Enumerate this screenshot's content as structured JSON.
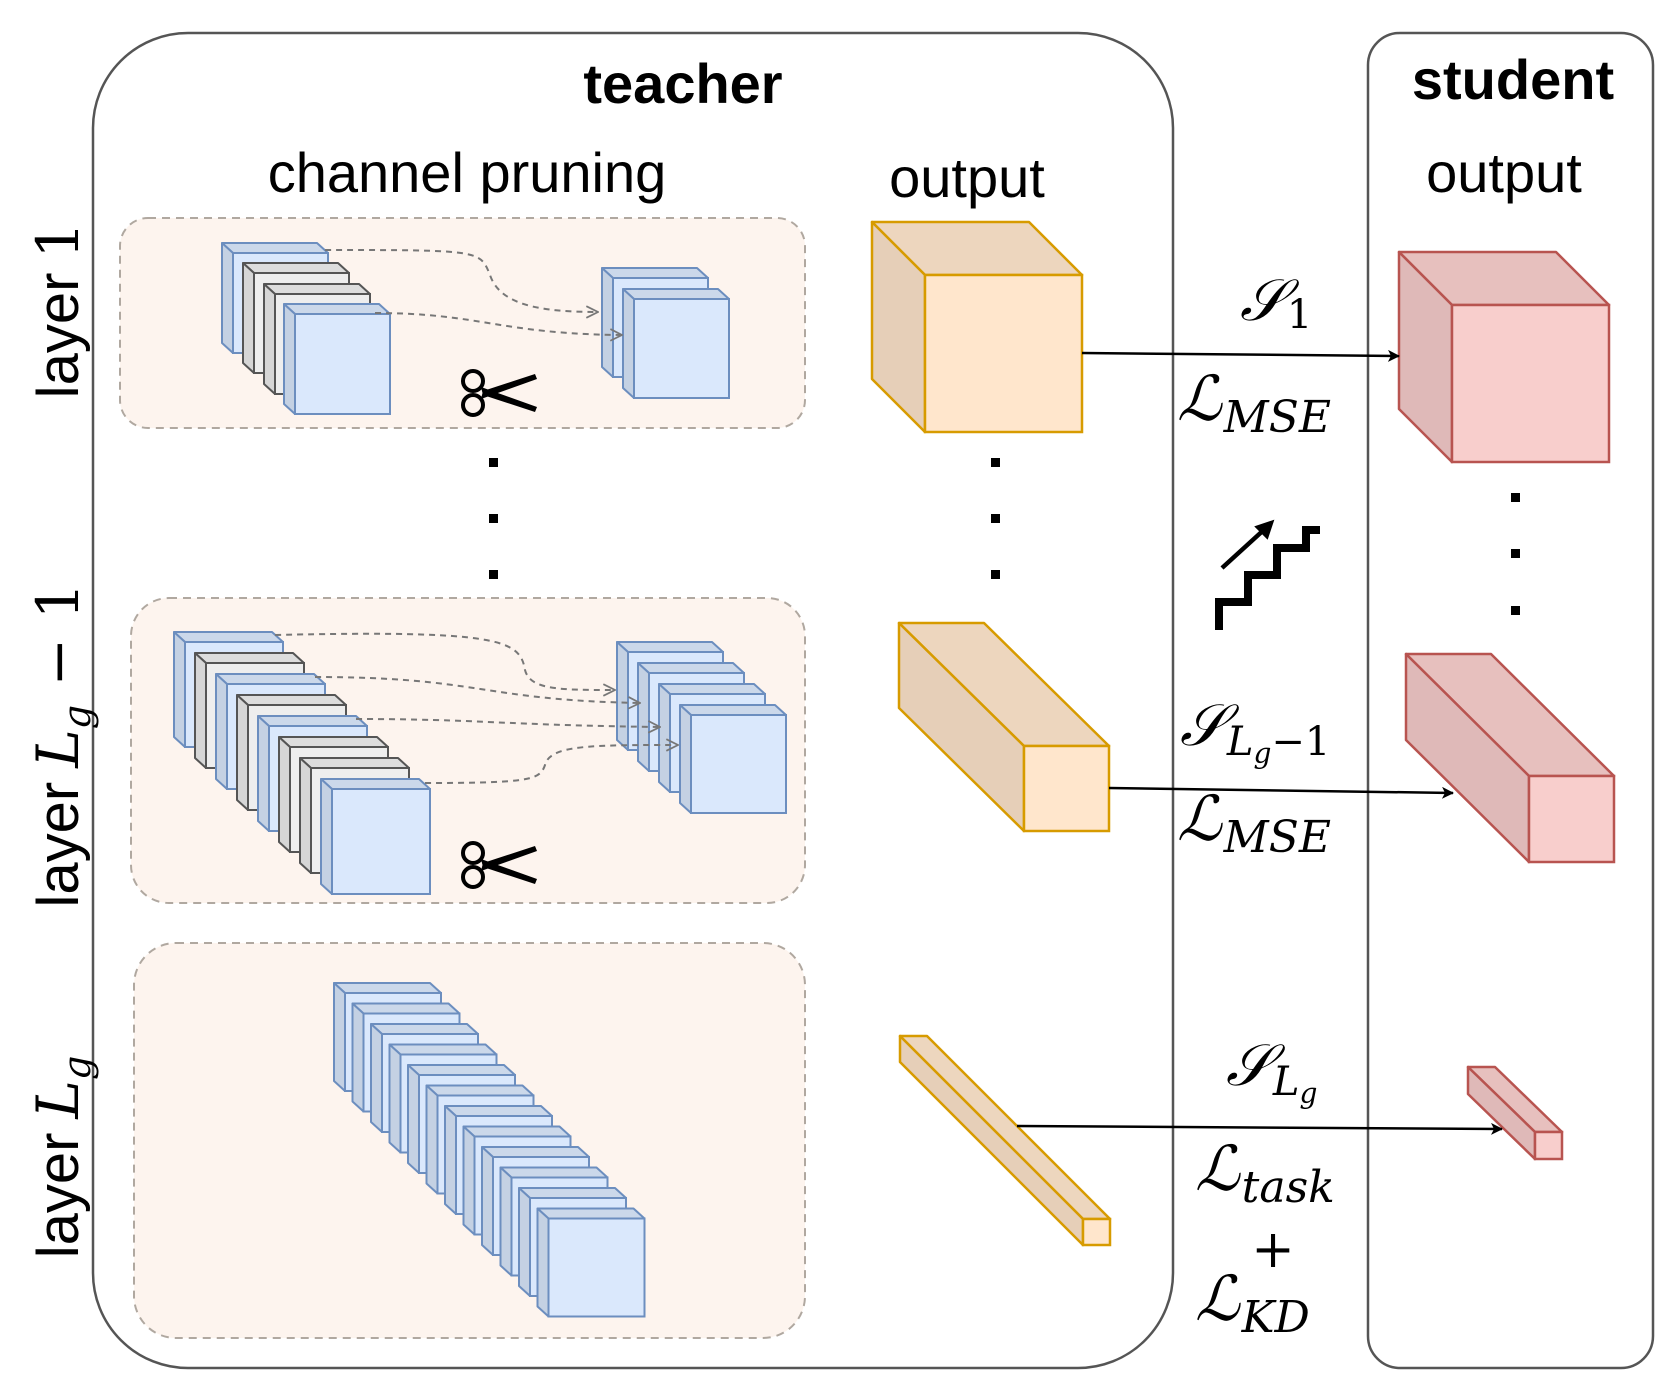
{
  "teacher": {
    "title": "teacher",
    "section_label": "channel pruning",
    "output_label": "output"
  },
  "student": {
    "title": "student",
    "output_label": "output"
  },
  "layers": [
    {
      "prefix": "layer",
      "name": "1",
      "subscript": "",
      "suffix": ""
    },
    {
      "prefix": "layer",
      "name": "L",
      "subscript": "g",
      "suffix": " − 1"
    },
    {
      "prefix": "layer",
      "name": "L",
      "subscript": "g",
      "suffix": ""
    }
  ],
  "connections": [
    {
      "scale": {
        "sym": "𝒮",
        "sub": "1",
        "subsub": ""
      },
      "loss": [
        {
          "sym": "ℒ",
          "sub": "MSE"
        }
      ]
    },
    {
      "scale": {
        "sym": "𝒮",
        "sub": "L",
        "subsub": "g",
        "tail": "−1"
      },
      "loss": [
        {
          "sym": "ℒ",
          "sub": "MSE"
        }
      ]
    },
    {
      "scale": {
        "sym": "𝒮",
        "sub": "L",
        "subsub": "g"
      },
      "loss": [
        {
          "sym": "ℒ",
          "sub": "task"
        },
        {
          "sym": "+",
          "sub": ""
        },
        {
          "sym": "ℒ",
          "sub": "KD"
        }
      ]
    }
  ],
  "colors": {
    "frame": "#555555",
    "dashed_frame": "#b0a8a0",
    "panel_fill": "#fdf4ee",
    "conv_fill": "#dae8fc",
    "conv_stroke": "#6c8ebf",
    "pruned_fill": "#eeeeee",
    "pruned_stroke": "#555555",
    "teacher_fill": "#ffe6cc",
    "teacher_stroke": "#d79b00",
    "student_fill": "#f8cecc",
    "student_stroke": "#b85450"
  },
  "icons": [
    "scissors-icon",
    "stairs-icon"
  ]
}
